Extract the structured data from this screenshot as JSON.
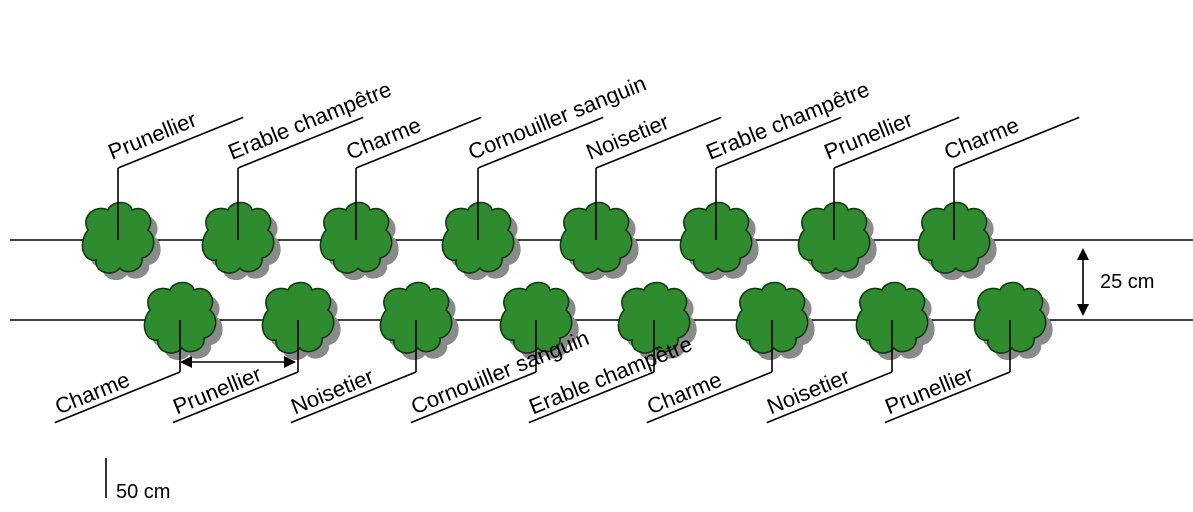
{
  "top_row": [
    {
      "label": "Prunellier"
    },
    {
      "label": "Erable champêtre"
    },
    {
      "label": "Charme"
    },
    {
      "label": "Cornouiller sanguin"
    },
    {
      "label": "Noisetier"
    },
    {
      "label": "Erable champêtre"
    },
    {
      "label": "Prunellier"
    },
    {
      "label": "Charme"
    }
  ],
  "bottom_row": [
    {
      "label": "Charme"
    },
    {
      "label": "Prunellier"
    },
    {
      "label": "Noisetier"
    },
    {
      "label": "Cornouiller sanguin"
    },
    {
      "label": "Erable champêtre"
    },
    {
      "label": "Charme"
    },
    {
      "label": "Noisetier"
    },
    {
      "label": "Prunellier"
    }
  ],
  "row_spacing_label": "25 cm",
  "plant_spacing_label": "50 cm",
  "colors": {
    "shrub": "#2e8b2e",
    "shrub_outline": "#0d3d0d",
    "shadow": "#8a8a8a"
  }
}
